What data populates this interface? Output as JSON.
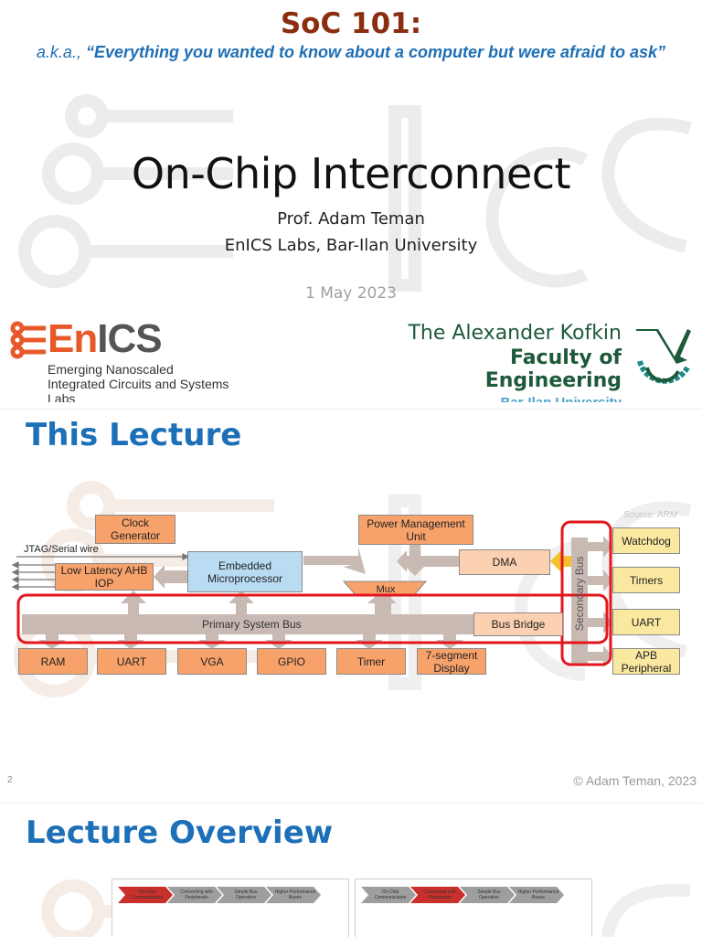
{
  "slide1": {
    "course": "SoC 101:",
    "aka_prefix": "a.k.a., ",
    "aka_quote": "“Everything you wanted to know about a computer but were afraid to ask”",
    "title": "On-Chip Interconnect",
    "author": "Prof. Adam Teman",
    "lab": "EnICS Labs, Bar-Ilan University",
    "date": "1 May 2023",
    "enics": {
      "name_accent": "En",
      "name_rest": "ICS",
      "line1": "Emerging Nanoscaled",
      "line2": "Integrated Circuits and Systems Labs"
    },
    "faculty": {
      "line1": "The Alexander Kofkin",
      "line2": "Faculty of Engineering",
      "line3": "Bar-Ilan University"
    }
  },
  "slide2": {
    "heading": "This Lecture",
    "source": "Source: ARM",
    "page_number": "2",
    "copyright": "© Adam Teman, 2023",
    "diagram": {
      "jtag_label": "JTAG/Serial wire",
      "clock": "Clock Generator",
      "pmu": "Power Management Unit",
      "low_latency": "Low Latency AHB IOP",
      "micro": "Embedded Microprocessor",
      "mux": "Mux",
      "dma": "DMA",
      "primary_bus": "Primary System Bus",
      "bus_bridge": "Bus Bridge",
      "secondary_bus": "Secondary Bus",
      "bottom_blocks": [
        "RAM",
        "UART",
        "VGA",
        "GPIO",
        "Timer",
        "7-segment Display"
      ],
      "apb_blocks": [
        "Watchdog",
        "Timers",
        "UART",
        "APB Peripheral"
      ]
    }
  },
  "slide3": {
    "heading": "Lecture Overview",
    "chevrons": [
      "On-Chip Communication",
      "Connecting with Peripherals",
      "Simple Bus Operation",
      "Higher Performance Buses"
    ]
  },
  "colors": {
    "title_brown": "#8b2e10",
    "accent_blue": "#1d70b8",
    "highlight_red": "#e3161d",
    "enics_orange": "#e8592a",
    "faculty_green": "#1e5a3a"
  }
}
